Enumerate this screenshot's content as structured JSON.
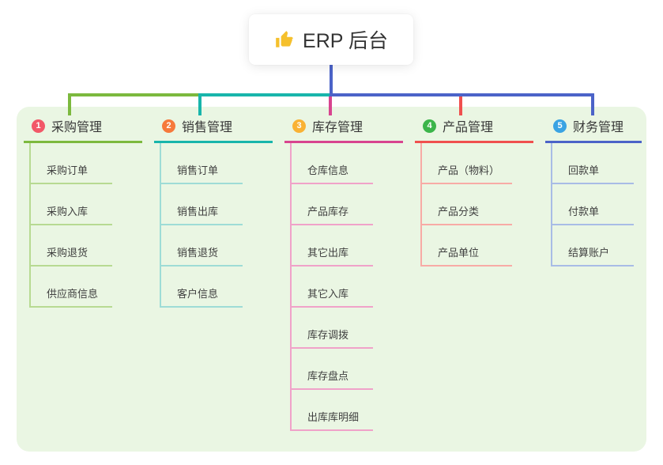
{
  "root": {
    "label": "ERP 后台",
    "icon": "thumbs-up"
  },
  "colors": {
    "panel_bg": "#eaf6e3",
    "root_connector": "#4b63c8",
    "icon_gold": "#f5c02c",
    "text_dark": "#383838"
  },
  "branches": [
    {
      "number": "1",
      "label": "采购管理",
      "badge_color": "#f25868",
      "line_color": "#7cb93e",
      "child_line_color": "#b7da92",
      "children": [
        "采购订单",
        "采购入库",
        "采购退货",
        "供应商信息"
      ]
    },
    {
      "number": "2",
      "label": "销售管理",
      "badge_color": "#f6793b",
      "line_color": "#18b5ab",
      "child_line_color": "#9edcd6",
      "children": [
        "销售订单",
        "销售出库",
        "销售退货",
        "客户信息"
      ]
    },
    {
      "number": "3",
      "label": "库存管理",
      "badge_color": "#f9b234",
      "line_color": "#d8448f",
      "child_line_color": "#f0a2c9",
      "children": [
        "仓库信息",
        "产品库存",
        "其它出库",
        "其它入库",
        "库存调拨",
        "库存盘点",
        "出库库明细"
      ]
    },
    {
      "number": "4",
      "label": "产品管理",
      "badge_color": "#3cb54a",
      "line_color": "#f0504e",
      "child_line_color": "#f8aba6",
      "children": [
        "产品（物料）",
        "产品分类",
        "产品单位"
      ]
    },
    {
      "number": "5",
      "label": "财务管理",
      "badge_color": "#3aa3e3",
      "line_color": "#4b63c8",
      "child_line_color": "#a8bce6",
      "children": [
        "回款单",
        "付款单",
        "结算账户"
      ]
    }
  ]
}
